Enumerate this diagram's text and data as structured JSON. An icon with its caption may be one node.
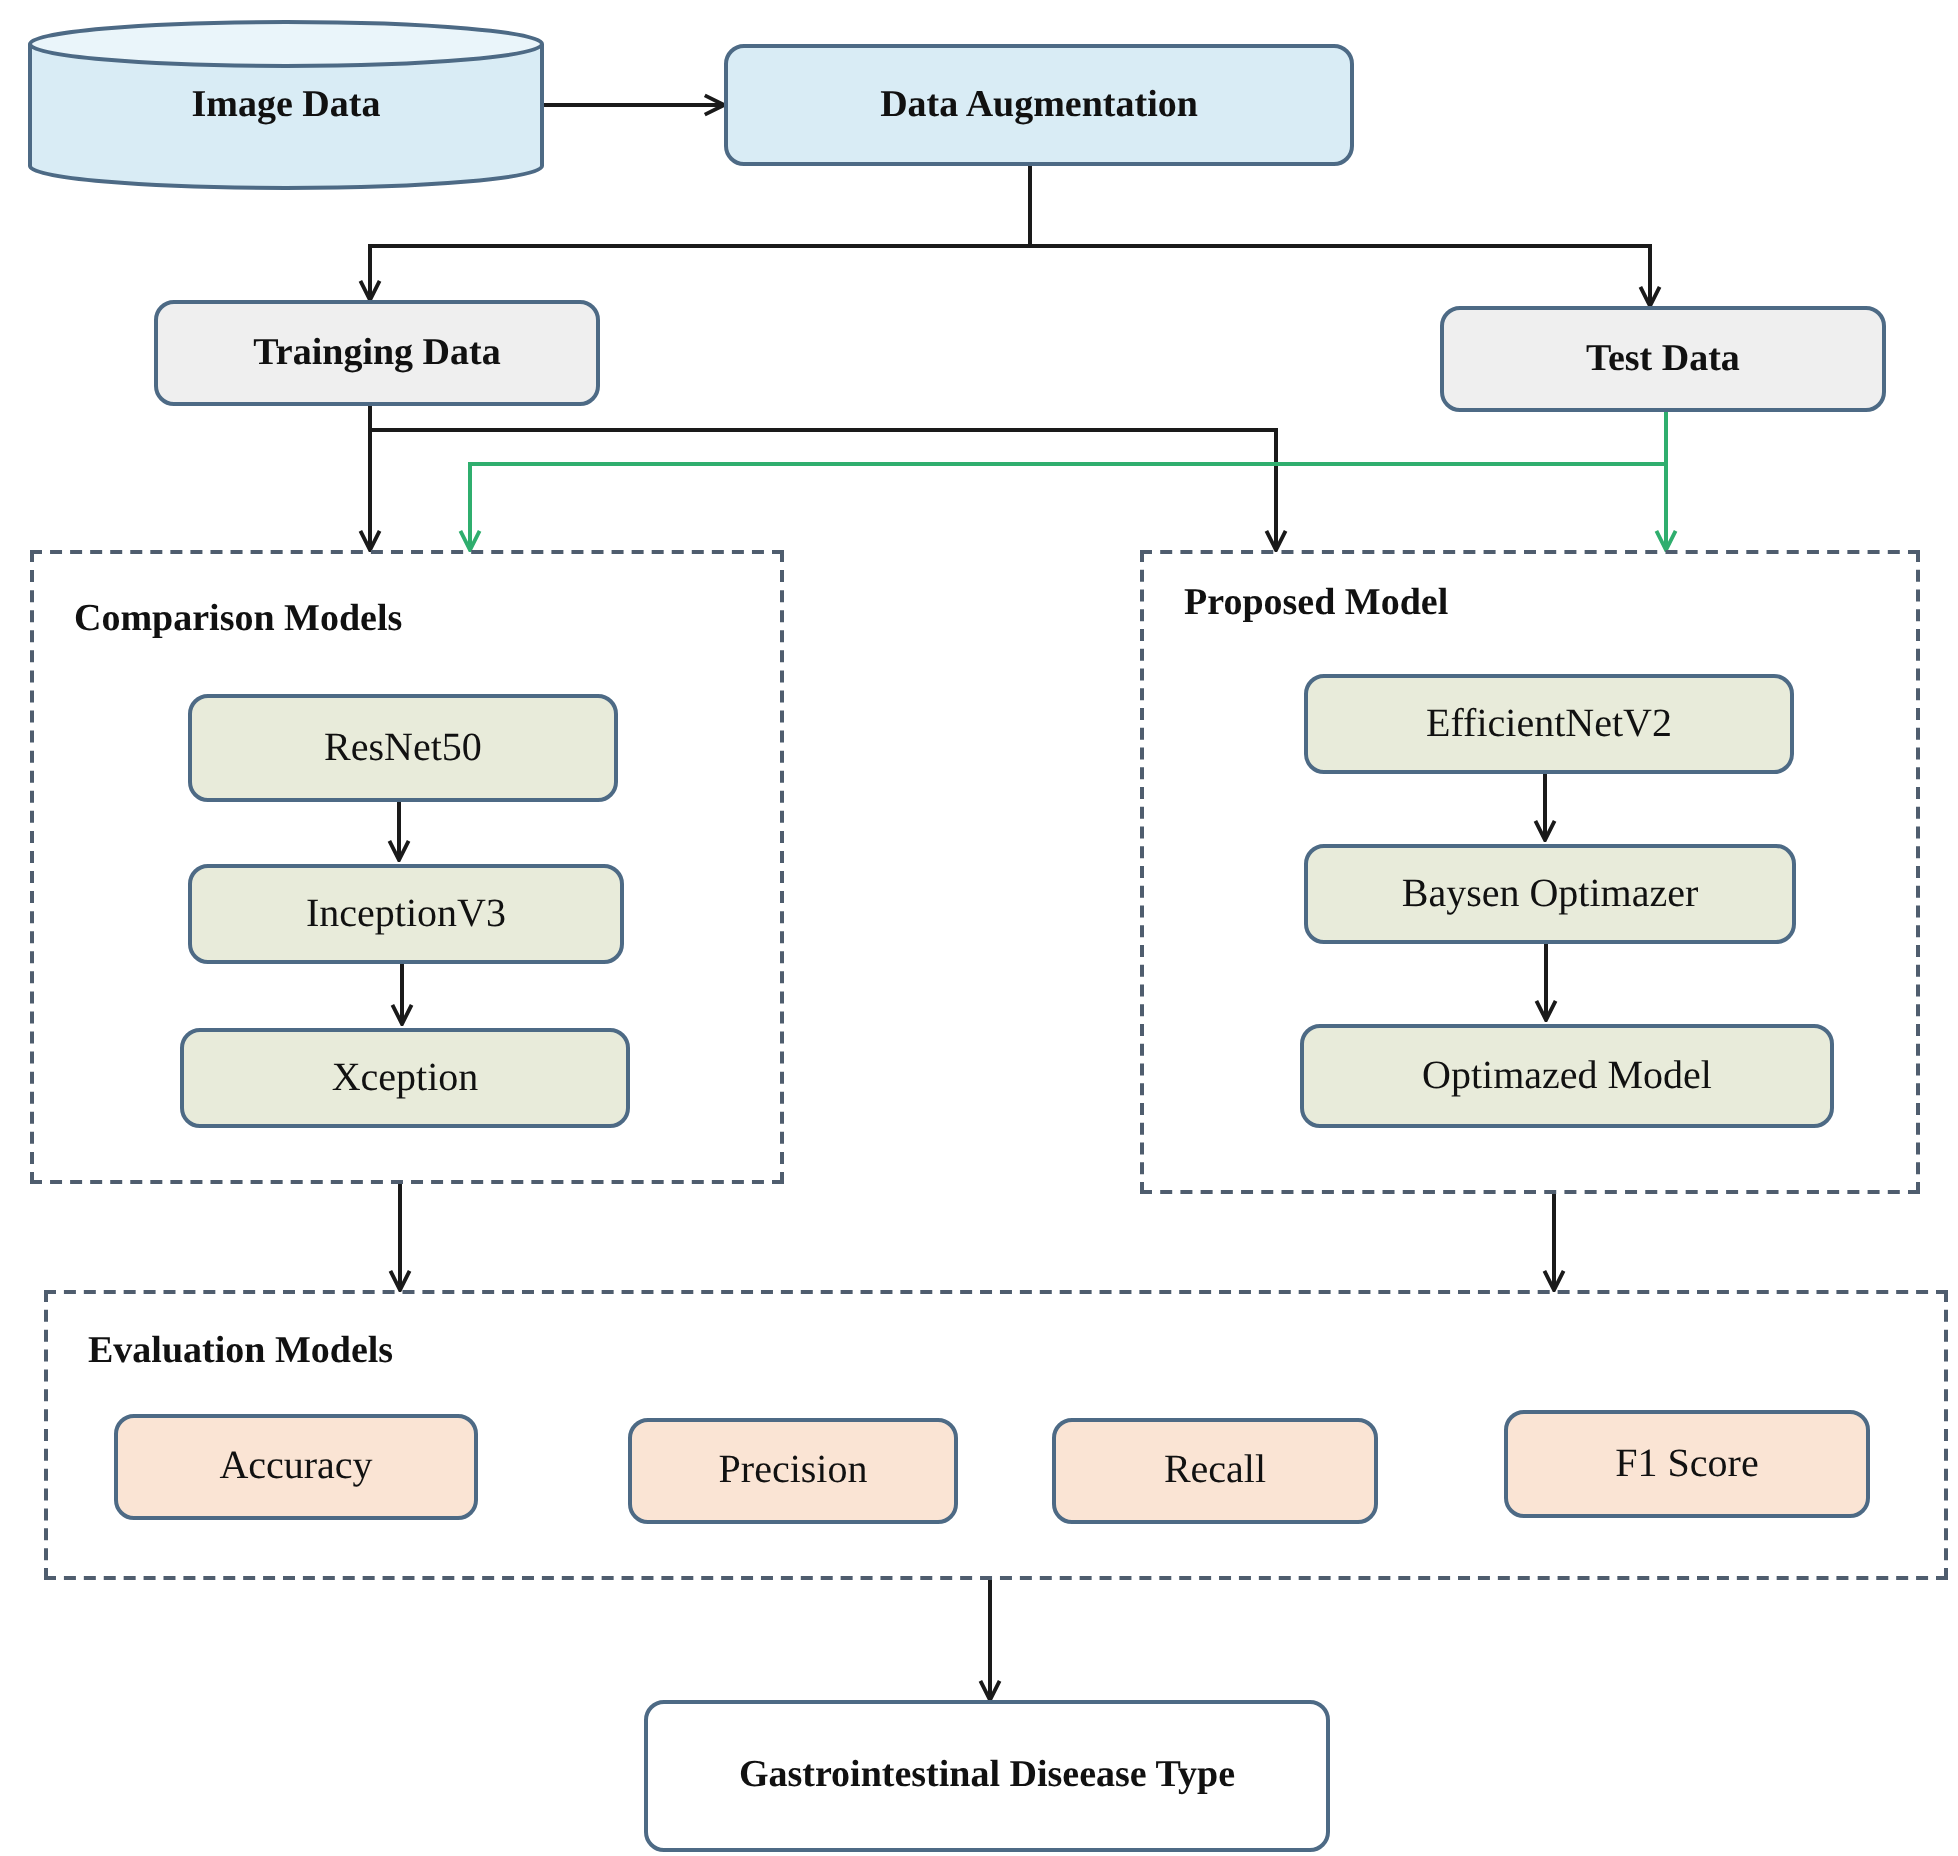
{
  "diagram": {
    "nodes": [
      {
        "text": [
          "Image Data"
        ]
      },
      {
        "text": [
          "Data Augmentation"
        ]
      },
      {
        "text": [
          "Trainging Data"
        ]
      },
      {
        "text": [
          "Test Data"
        ]
      },
      {
        "text": [
          "Comparison Models"
        ]
      },
      {
        "text": [
          "ResNet50"
        ],
        "in": 4
      },
      {
        "text": [
          "InceptionV3"
        ],
        "in": 4
      },
      {
        "text": [
          "Xception"
        ],
        "in": 4
      },
      {
        "text": [
          "Proposed Model"
        ]
      },
      {
        "text": [
          "EfficientNetV2"
        ],
        "in": 8
      },
      {
        "text": [
          "Baysen Optimazer"
        ],
        "in": 8
      },
      {
        "text": [
          "Optimazed Model"
        ],
        "in": 8
      },
      {
        "text": [
          "Evaluation Models"
        ]
      },
      {
        "text": [
          "Accuracy"
        ],
        "in": 12
      },
      {
        "text": [
          "Precision"
        ],
        "in": 12
      },
      {
        "text": [
          "Recall"
        ],
        "in": 12
      },
      {
        "text": [
          "F1 Score"
        ],
        "in": 12
      },
      {
        "text": [
          "Gastrointestinal Diseease Type"
        ]
      }
    ],
    "edges": [
      {
        "from": 0,
        "to": 1,
        "arrow": "to"
      },
      {
        "from": 1,
        "to": 2,
        "arrow": "to"
      },
      {
        "from": 1,
        "to": 3,
        "arrow": "to"
      },
      {
        "from": 2,
        "to": 4,
        "arrow": "to"
      },
      {
        "from": 2,
        "to": 8,
        "arrow": "to"
      },
      {
        "from": 3,
        "to": 4,
        "arrow": "to",
        "color": "#2fae6e"
      },
      {
        "from": 3,
        "to": 8,
        "arrow": "to",
        "color": "#2fae6e"
      },
      {
        "from": 5,
        "to": 6,
        "arrow": "to"
      },
      {
        "from": 6,
        "to": 7,
        "arrow": "to"
      },
      {
        "from": 9,
        "to": 10,
        "arrow": "to"
      },
      {
        "from": 10,
        "to": 11,
        "arrow": "to"
      },
      {
        "from": 4,
        "to": 12,
        "arrow": "to"
      },
      {
        "from": 8,
        "to": 12,
        "arrow": "to"
      },
      {
        "from": 12,
        "to": 17,
        "arrow": "to"
      }
    ]
  }
}
